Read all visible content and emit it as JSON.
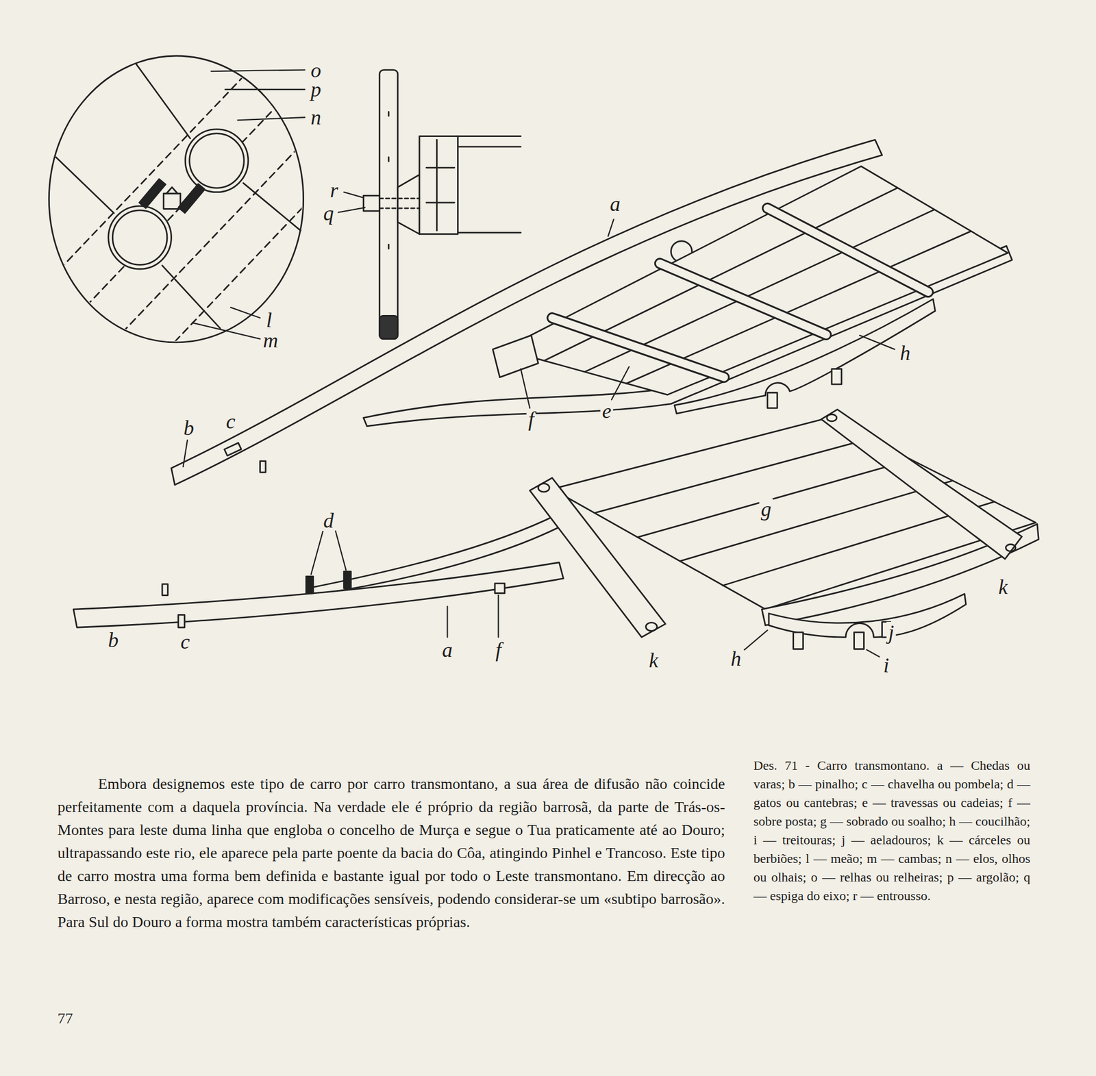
{
  "diagram": {
    "caption": "Des. 71 - Carro transmontano. a — Chedas ou varas; b — pinalho; c — chavelha ou pombela; d — gatos ou cantebras; e — travessas ou cadeias; f — sobre posta; g — sobrado ou soalho; h — coucilhão; i — treitouras; j — aeladouros; k — cárceles ou berbiões; l — meão; m — cambas; n — elos, olhos ou olhais; o — relhas ou relheiras; p — argolão; q — espiga do eixo; r — entrousso.",
    "labels": [
      "o",
      "p",
      "n",
      "l",
      "m",
      "r",
      "q",
      "a",
      "b",
      "c",
      "f",
      "e",
      "h",
      "d",
      "b",
      "c",
      "a",
      "f",
      "k",
      "h",
      "g",
      "k",
      "j",
      "i",
      "Embora designemos este tipo de carro por carro transmontano, a sua área de difusão não coincide perfeitamente com a daquela província. Na verdade ele é próprio da região barrosã, da parte de Trás-os-Montes para leste duma linha que engloba o concelho de Murça e segue o Tua praticamente até ao Douro; ultrapassando este rio, ele aparece pela parte poente da bacia do Côa, atingindo Pinhel e Trancoso. Este tipo de carro mostra uma forma bem definida e bastante igual por todo o Leste transmontano. Em direcção ao Barroso, e nesta região, aparece com modificações sensíveis, podendo considerar-se um «subtipo barrosão». Para Sul do Douro a forma mostra também características próprias.",
      "77"
    ]
  }
}
